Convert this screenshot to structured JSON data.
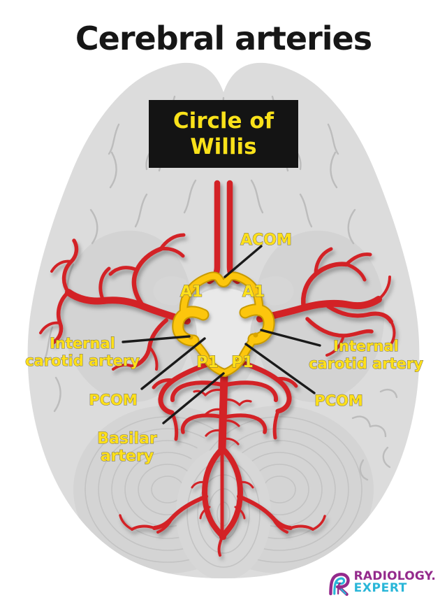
{
  "title": "Cerebral arteries",
  "banner": {
    "line1": "Circle of",
    "line2": "Willis"
  },
  "labels": {
    "acom": "ACOM",
    "a1_left": "A1",
    "a1_right": "A1",
    "ica_left": {
      "line1": "Internal",
      "line2": "carotid artery"
    },
    "ica_right": {
      "line1": "Internal",
      "line2": "carotid artery"
    },
    "p1_left": "P1",
    "p1_right": "P1",
    "pcom_left": "PCOM",
    "pcom_right": "PCOM",
    "basilar": {
      "line1": "Basilar",
      "line2": "artery"
    }
  },
  "logo": {
    "icon": "radiology-expert-r-icon",
    "brand_primary": "RADIOLOGY.",
    "brand_secondary": "EXPERT"
  },
  "colors": {
    "artery_red": "#d32127",
    "circle_of_willis_yellow": "#fcc60a",
    "circle_of_willis_dark": "#c89a00",
    "label_yellow": "#ffe01a",
    "brain_gray": "#dcdcdc",
    "banner_bg": "#141414",
    "banner_text": "#f9e11a",
    "brand_purple": "#942a8c",
    "brand_cyan": "#29b6d8",
    "leader_line": "#1a1a1a"
  }
}
